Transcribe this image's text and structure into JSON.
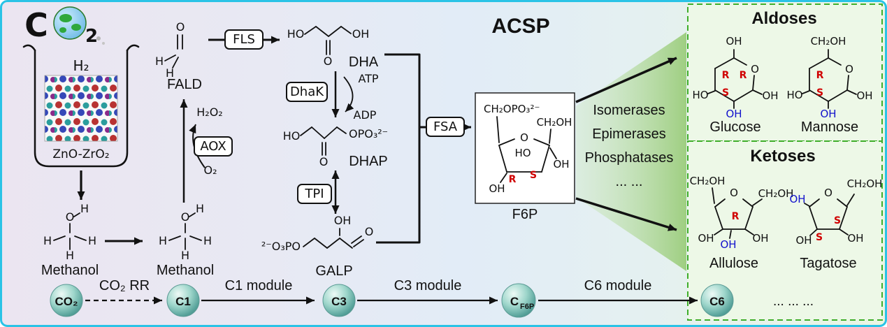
{
  "title": "ACSP",
  "feed": {
    "co2_c": "C",
    "co2_sub": "2",
    "h2": "H₂",
    "catalyst": "ZnO-ZrO₂"
  },
  "atoms": {
    "o": "O",
    "h": "H",
    "oh": "OH",
    "ho": "HO",
    "opo3": "OPO₃²⁻",
    "po3_prefix": "²⁻O₃PO",
    "ch2opo3": "CH₂OPO₃²⁻",
    "ch2oh": "CH₂OH",
    "r": "R",
    "s": "S"
  },
  "molecules": {
    "methanol1": "Methanol",
    "methanol2": "Methanol",
    "fald": "FALD",
    "dha": "DHA",
    "dhap": "DHAP",
    "galp": "GALP",
    "f6p": "F6P"
  },
  "enzymes": {
    "fls": "FLS",
    "aox": "AOX",
    "dhak": "DhaK",
    "tpi": "TPI",
    "fsa": "FSA"
  },
  "cofactors": {
    "o2": "O₂",
    "h2o2": "H₂O₂",
    "atp": "ATP",
    "adp": "ADP"
  },
  "downstream": {
    "enzymes": [
      "Isomerases",
      "Epimerases",
      "Phosphatases",
      "... ..."
    ]
  },
  "aldoses": {
    "title": "Aldoses",
    "sugar1": "Glucose",
    "sugar2": "Mannose"
  },
  "ketoses": {
    "title": "Ketoses",
    "sugar1": "Allulose",
    "sugar2": "Tagatose"
  },
  "track": {
    "node_co2": "CO₂",
    "node_c1": "C1",
    "node_c3": "C3",
    "node_cf6p_main": "C",
    "node_cf6p_sub": "F6P",
    "node_c6": "C6",
    "label_co2rr": "CO₂ RR",
    "label_c1": "C1 module",
    "label_c3": "C3 module",
    "label_c6": "C6 module",
    "trailing": "... ... ..."
  },
  "colors": {
    "border": "#2ac3e6",
    "purple": "#7030a0",
    "navy": "#1a3a6b",
    "stereo_red": "#d00000",
    "oh_blue": "#1212cc",
    "logo_green": "#00a651",
    "track_blue": "#2da9e1",
    "panel_green": "#3fae2a"
  }
}
